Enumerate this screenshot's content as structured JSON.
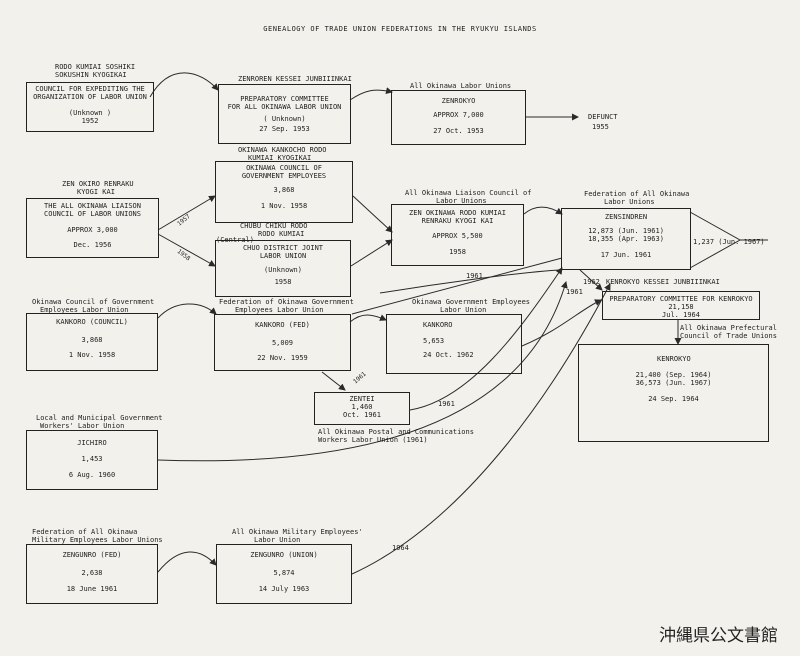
{
  "title": "GENEALOGY OF TRADE UNION FEDERATIONS IN THE RYUKYU ISLANDS",
  "stamp": "沖縄県公文書館",
  "nodes": {
    "rodo": {
      "head1": "RODO KUMIAI SOSHIKI",
      "head2": "SOKUSHIN KYOGIKAI",
      "l1": "COUNCIL FOR EXPEDITING THE",
      "l2": "ORGANIZATION OF LABOR UNION",
      "l3": "(Unknown )",
      "l4": "1952"
    },
    "zenroren": {
      "head": "ZENROREN KESSEI JUNBIIINKAI",
      "l1": "PREPARATORY COMMITTEE",
      "l2": "FOR ALL OKINAWA LABOR UNION",
      "l3": "( Unknown)",
      "l4": "27 Sep. 1953"
    },
    "zenrokyo": {
      "head": "All Okinawa Labor Unions",
      "l1": "ZENROKYO",
      "l2": "APPROX         7,000",
      "l3": "27 Oct. 1953"
    },
    "defunct": {
      "l1": "DEFUNCT",
      "l2": "1955"
    },
    "zenokiro": {
      "head1": "ZEN OKIRO RENRAKU",
      "head2": "KYOGI KAI",
      "l1": "THE ALL OKINAWA LIAISON",
      "l2": "COUNCIL OF LABOR UNIONS",
      "l3": "APPROX  3,000",
      "l4": "Dec. 1956"
    },
    "kankoro": {
      "head1": "OKINAWA KANKOCHO RODO",
      "head2": "KUMIAI KYOGIKAI",
      "l1": "OKINAWA COUNCIL OF",
      "l2": "GOVERNMENT EMPLOYEES",
      "l3": "3,868",
      "l4": "1 Nov. 1958"
    },
    "chuo": {
      "head1": "CHUBU CHIKU RODO",
      "head2": "RODO KUMIAI",
      "tag": "(Central)",
      "l1": "CHUO DISTRICT JOINT",
      "l2": "LABOR UNION",
      "l3": "(Unknown)",
      "l4": "1958"
    },
    "renraku": {
      "head1": "All Okinawa Liaison Council of",
      "head2": "Labor Unions",
      "l1": "ZEN OKINAWA RODO KUMIAI",
      "l2": "RENRAKU KYOGI KAI",
      "l3": "APPROX  5,500",
      "l4": "1958"
    },
    "zensindo": {
      "head1": "Federation of All Okinawa",
      "head2": "Labor Unions",
      "l1": "ZENSINDREN",
      "l2": "12,873 (Jun. 1961)",
      "l3": "18,355 (Apr. 1963)",
      "l4": "17 Jun. 1961",
      "side": "1,237 (Jun. 1967)"
    },
    "kankoro_c": {
      "head1": "Okinawa Council of Government",
      "head2": "Employees Labor Union",
      "l1": "KANKORO (COUNCIL)",
      "l2": "3,868",
      "l3": "1 Nov. 1958"
    },
    "kankoro_f": {
      "head1": "Federation of Okinawa Government",
      "head2": "Employees Labor Union",
      "l1": "KANKORO (FED)",
      "l2": "5,009",
      "l3": "22 Nov. 1959"
    },
    "kankoro_g": {
      "head1": "Okinawa Government Employees",
      "head2": "Labor Union",
      "l1": "KANKORO",
      "l2": "5,653",
      "l3": "24 Oct. 1962"
    },
    "kenrokyo_p": {
      "head": "KENROKYO KESSEI JUNBIIINKAI",
      "l1": "PREPARATORY COMMITTEE FOR KENROKYO",
      "l2": "21,158",
      "l3": "Jul. 1964"
    },
    "kenrokyo": {
      "head1": "All Okinawa Prefectural",
      "head2": "Council of Trade Unions",
      "l1": "KENROKYO",
      "l2": "21,400 (Sep. 1964)",
      "l3": "36,573 (Jun. 1967)",
      "l4": "24 Sep. 1964"
    },
    "zentei": {
      "l1": "ZENTEI",
      "l2": "1,460",
      "l3": "Oct. 1961",
      "foot1": "All Okinawa Postal and Communications",
      "foot2": "Workers Labor Union (1961)"
    },
    "jichiro": {
      "head1": "Local and Municipal Government",
      "head2": "Workers' Labor Union",
      "l1": "JICHIRO",
      "l2": "1,453",
      "l3": "6 Aug. 1960"
    },
    "zengunro_f": {
      "head1": "Federation of All Okinawa",
      "head2": "Military Employees Labor Unions",
      "l1": "ZENGUNRO (FED)",
      "l2": "2,638",
      "l3": "18 June 1961"
    },
    "zengunro_u": {
      "head1": "All Okinawa Military Employees'",
      "head2": "Labor Union",
      "l1": "ZENGUNRO (UNION)",
      "l2": "5,874",
      "l3": "14 July 1963"
    }
  },
  "edge_labels": {
    "y1957": "1957",
    "y1958": "1958",
    "y1961a": "1961",
    "y1961b": "1961",
    "y1962": "1962",
    "y1961c": "1961",
    "y1961d": "1961",
    "y1964": "1964"
  }
}
